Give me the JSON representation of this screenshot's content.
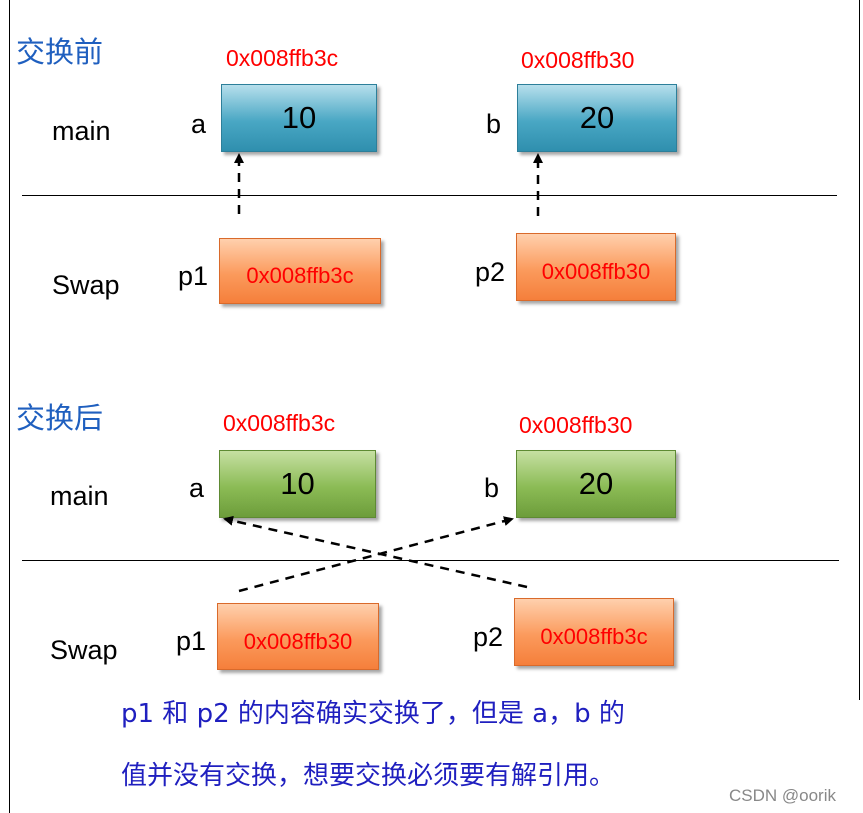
{
  "before": {
    "title": "交换前",
    "main_label": "main",
    "swap_label": "Swap",
    "a": {
      "name": "a",
      "value": "10",
      "address": "0x008ffb3c"
    },
    "b": {
      "name": "b",
      "value": "20",
      "address": "0x008ffb30"
    },
    "p1": {
      "name": "p1",
      "value": "0x008ffb3c"
    },
    "p2": {
      "name": "p2",
      "value": "0x008ffb30"
    }
  },
  "after": {
    "title": "交换后",
    "main_label": "main",
    "swap_label": "Swap",
    "a": {
      "name": "a",
      "value": "10",
      "address": "0x008ffb3c"
    },
    "b": {
      "name": "b",
      "value": "20",
      "address": "0x008ffb30"
    },
    "p1": {
      "name": "p1",
      "value": "0x008ffb30"
    },
    "p2": {
      "name": "p2",
      "value": "0x008ffb3c"
    }
  },
  "caption": {
    "line1": "p1 和 p2 的内容确实交换了，但是 a，b 的",
    "line2": "值并没有交换，想要交换必须要有解引用。"
  },
  "watermark": "CSDN @oorik",
  "colors": {
    "title": "#1f5fbf",
    "address": "#ff0000",
    "caption": "#1f1fbf",
    "before_var_box": "#49a7c4",
    "after_var_box": "#8bbb55",
    "pointer_box": "#fb9a5c"
  }
}
